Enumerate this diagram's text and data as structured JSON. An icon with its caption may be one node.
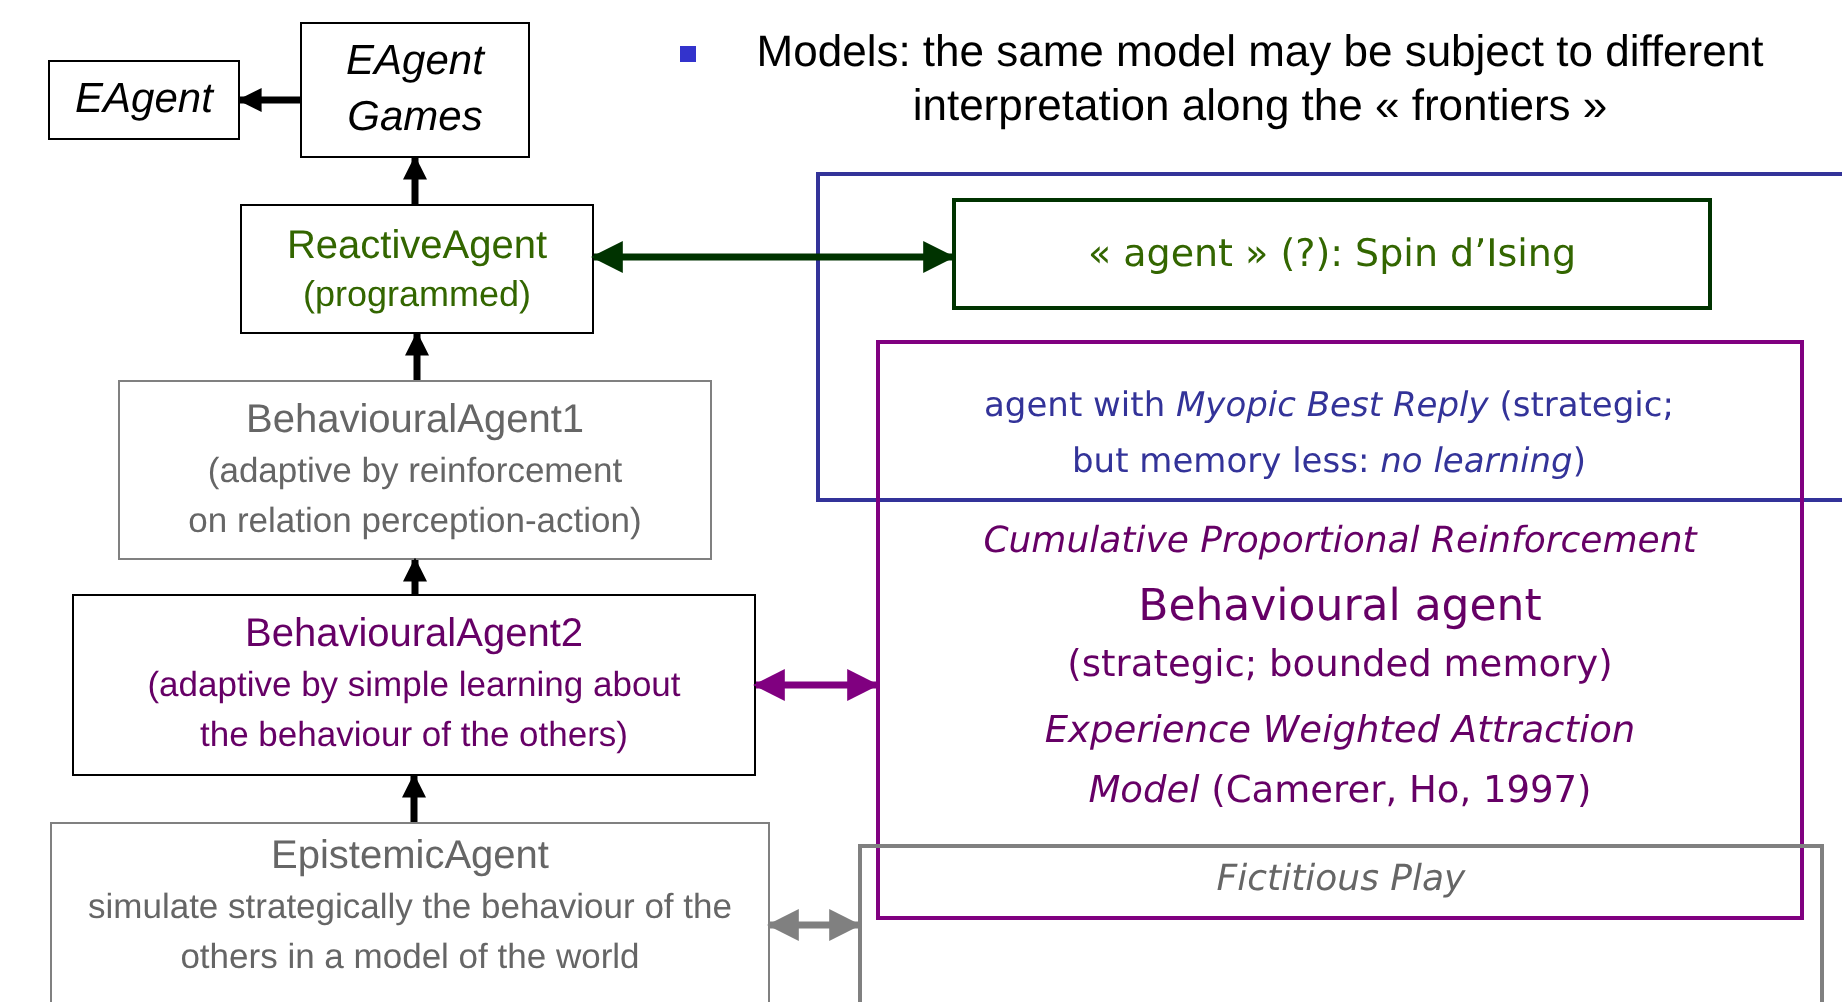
{
  "diagram": {
    "nodes": [
      {
        "text": [
          "EAgent"
        ]
      },
      {
        "text": [
          "EAgent Games"
        ]
      },
      {
        "text": [
          "ReactiveAgent",
          "(programmed)"
        ]
      },
      {
        "text": [
          "BehaviouralAgent1",
          "(adaptive by reinforcement on relation perception-action)"
        ]
      },
      {
        "text": [
          "BehaviouralAgent2",
          "(adaptive by simple learning about the behaviour of the others)"
        ]
      },
      {
        "text": [
          "EpistemicAgent",
          "simulate strategically the behaviour of the others in a model of the world"
        ]
      },
      {
        "text": [
          "agent with *Myopic Best Reply* (strategic; but memory less: *no learning*)"
        ]
      },
      {
        "text": [
          "« agent » (?): Spin d’Ising"
        ],
        "in": 6
      },
      {
        "text": [
          "Cumulative Proportional Reinforcement",
          "Behavioural agent",
          "(strategic; bounded memory)",
          "*Experience Weighted Attraction Model* (Camerer, Ho, 1997)"
        ]
      },
      {
        "text": [
          "Fictitious Play"
        ]
      }
    ],
    "edges": [
      {
        "from": 1,
        "to": 0,
        "arrow": "to"
      },
      {
        "from": 2,
        "to": 1,
        "arrow": "to"
      },
      {
        "from": 3,
        "to": 2,
        "arrow": "to"
      },
      {
        "from": 4,
        "to": 3,
        "arrow": "to"
      },
      {
        "from": 5,
        "to": 4,
        "arrow": "to"
      },
      {
        "from": 2,
        "to": 7,
        "arrow": "both",
        "color": "#003300"
      },
      {
        "from": 4,
        "to": 8,
        "arrow": "both",
        "color": "#800080"
      },
      {
        "from": 5,
        "to": 9,
        "arrow": "both",
        "color": "#808080"
      }
    ],
    "labels": [
      "Models: the same model may be subject to different interpretation along the « frontiers »"
    ]
  }
}
